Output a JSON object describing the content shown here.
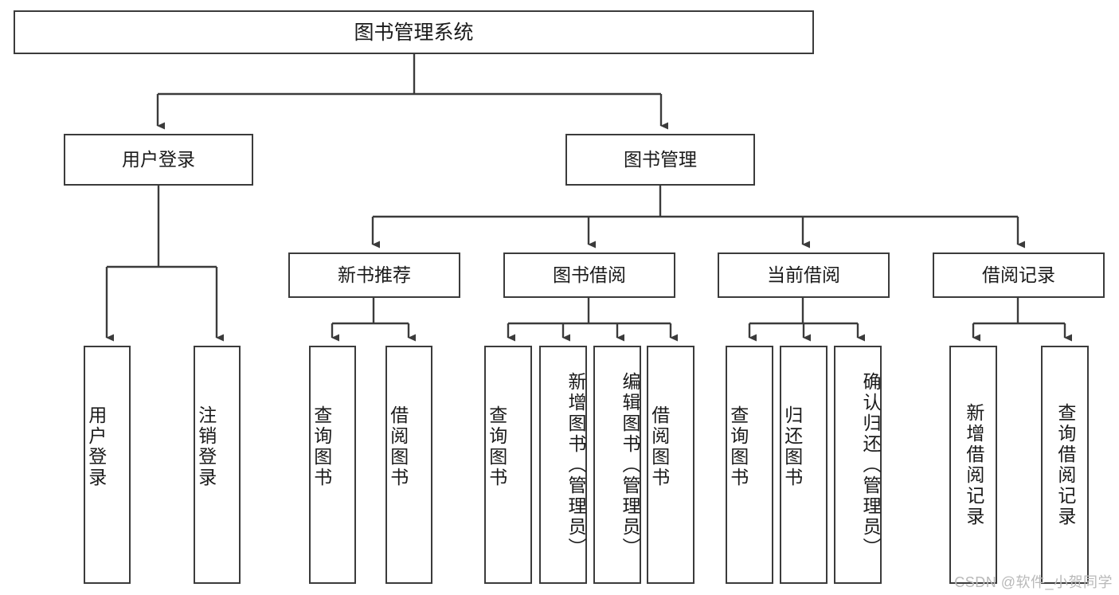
{
  "diagram": {
    "type": "tree-hierarchy-diagram",
    "title": "图书管理系统",
    "orientation": "top-down",
    "levels": 4,
    "root": {
      "id": "root",
      "label": "图书管理系统",
      "children": [
        "user-login",
        "book-management"
      ]
    },
    "level2": [
      {
        "id": "user-login",
        "label": "用户登录",
        "children": [
          "user-login-leaf",
          "user-logout-leaf"
        ]
      },
      {
        "id": "book-management",
        "label": "图书管理",
        "children": [
          "new-book-recommend",
          "book-borrow",
          "current-borrow",
          "borrow-record"
        ]
      }
    ],
    "level3": [
      {
        "id": "new-book-recommend",
        "label": "新书推荐",
        "children": [
          "nb-query-book",
          "nb-borrow-book"
        ]
      },
      {
        "id": "book-borrow",
        "label": "图书借阅",
        "children": [
          "bb-query-book",
          "bb-add-book-admin",
          "bb-edit-book-admin",
          "bb-borrow-book"
        ]
      },
      {
        "id": "current-borrow",
        "label": "当前借阅",
        "children": [
          "cb-query-book",
          "cb-return-book",
          "cb-confirm-return-admin"
        ]
      },
      {
        "id": "borrow-record",
        "label": "借阅记录",
        "children": [
          "br-add-record",
          "br-query-record"
        ]
      }
    ],
    "leaves": [
      {
        "id": "user-login-leaf",
        "label": "用户登录"
      },
      {
        "id": "user-logout-leaf",
        "label": "注销登录"
      },
      {
        "id": "nb-query-book",
        "label": "查询图书"
      },
      {
        "id": "nb-borrow-book",
        "label": "借阅图书"
      },
      {
        "id": "bb-query-book",
        "label": "查询图书"
      },
      {
        "id": "bb-add-book-admin",
        "label": "新增图书（管理员）"
      },
      {
        "id": "bb-edit-book-admin",
        "label": "编辑图书（管理员）"
      },
      {
        "id": "bb-borrow-book",
        "label": "借阅图书"
      },
      {
        "id": "cb-query-book",
        "label": "查询图书"
      },
      {
        "id": "cb-return-book",
        "label": "归还图书"
      },
      {
        "id": "cb-confirm-return-admin",
        "label": "确认归还（管理员）"
      },
      {
        "id": "br-add-record",
        "label": "新增借阅记录"
      },
      {
        "id": "br-query-record",
        "label": "查询借阅记录"
      }
    ],
    "colors": {
      "stroke": "#3b3b3b",
      "fill": "#ffffff",
      "text": "#1a1a1a",
      "watermark": "#b9b9b9"
    }
  },
  "watermark": {
    "text": "CSDN @软件_小贺同学"
  }
}
